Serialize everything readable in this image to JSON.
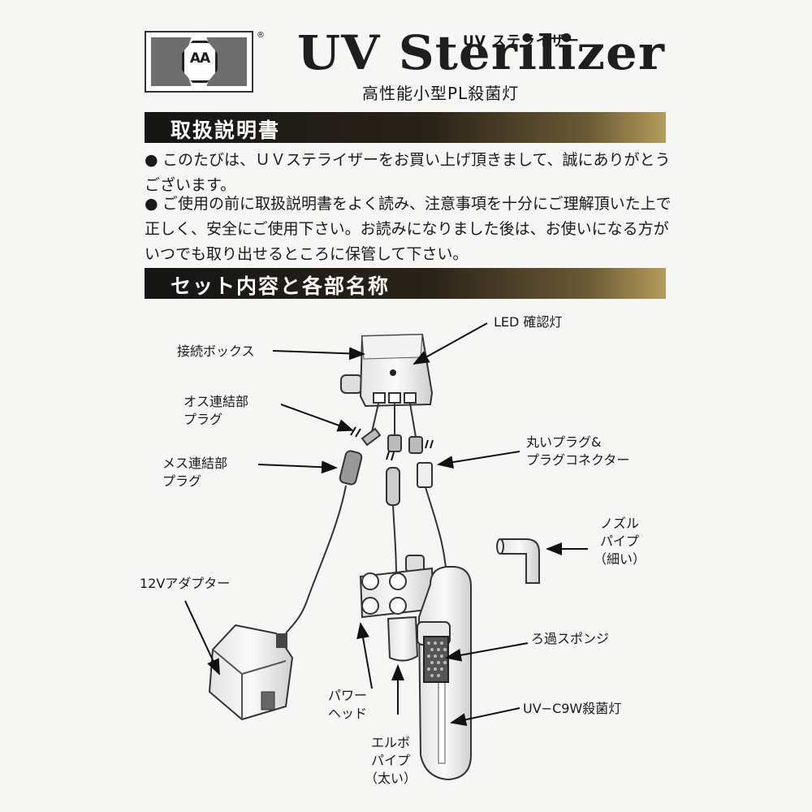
{
  "header": {
    "logo_text": "AA",
    "registered_mark": "®",
    "title": "UV Sterilizer",
    "title_kana": "UV ステライザー",
    "subtitle": "高性能小型PL殺菌灯"
  },
  "sections": [
    {
      "title": "取扱説明書",
      "paragraphs": [
        {
          "bullet": "●",
          "text": "このたびは、ＵＶステライザーをお買い上げ頂きまして、誠にありがとうございます。"
        },
        {
          "bullet": "●",
          "text": "ご使用の前に取扱説明書をよく読み、注意事項を十分にご理解頂いた上で正しく、安全にご使用下さい。お読みになりました後は、お使いになる方がいつでも取り出せるところに保管して下さい。"
        }
      ]
    },
    {
      "title": "セット内容と各部名称"
    }
  ],
  "labels": {
    "connection_box": "接続ボックス",
    "led": "LED 確認灯",
    "male_plug": [
      "オス連結部",
      "プラグ"
    ],
    "female_plug": [
      "メス連結部",
      "プラグ"
    ],
    "round_plug": [
      "丸いプラグ&",
      "プラグコネクター"
    ],
    "nozzle": [
      "ノズル",
      "パイプ",
      "（細い）"
    ],
    "adapter": "12Vアダプター",
    "sponge": "ろ過スポンジ",
    "power_head": [
      "パワー",
      "ヘッド"
    ],
    "lamp": "UV−C9W殺菌灯",
    "elbow": [
      "エルボ",
      "パイプ",
      "（太い）"
    ]
  }
}
